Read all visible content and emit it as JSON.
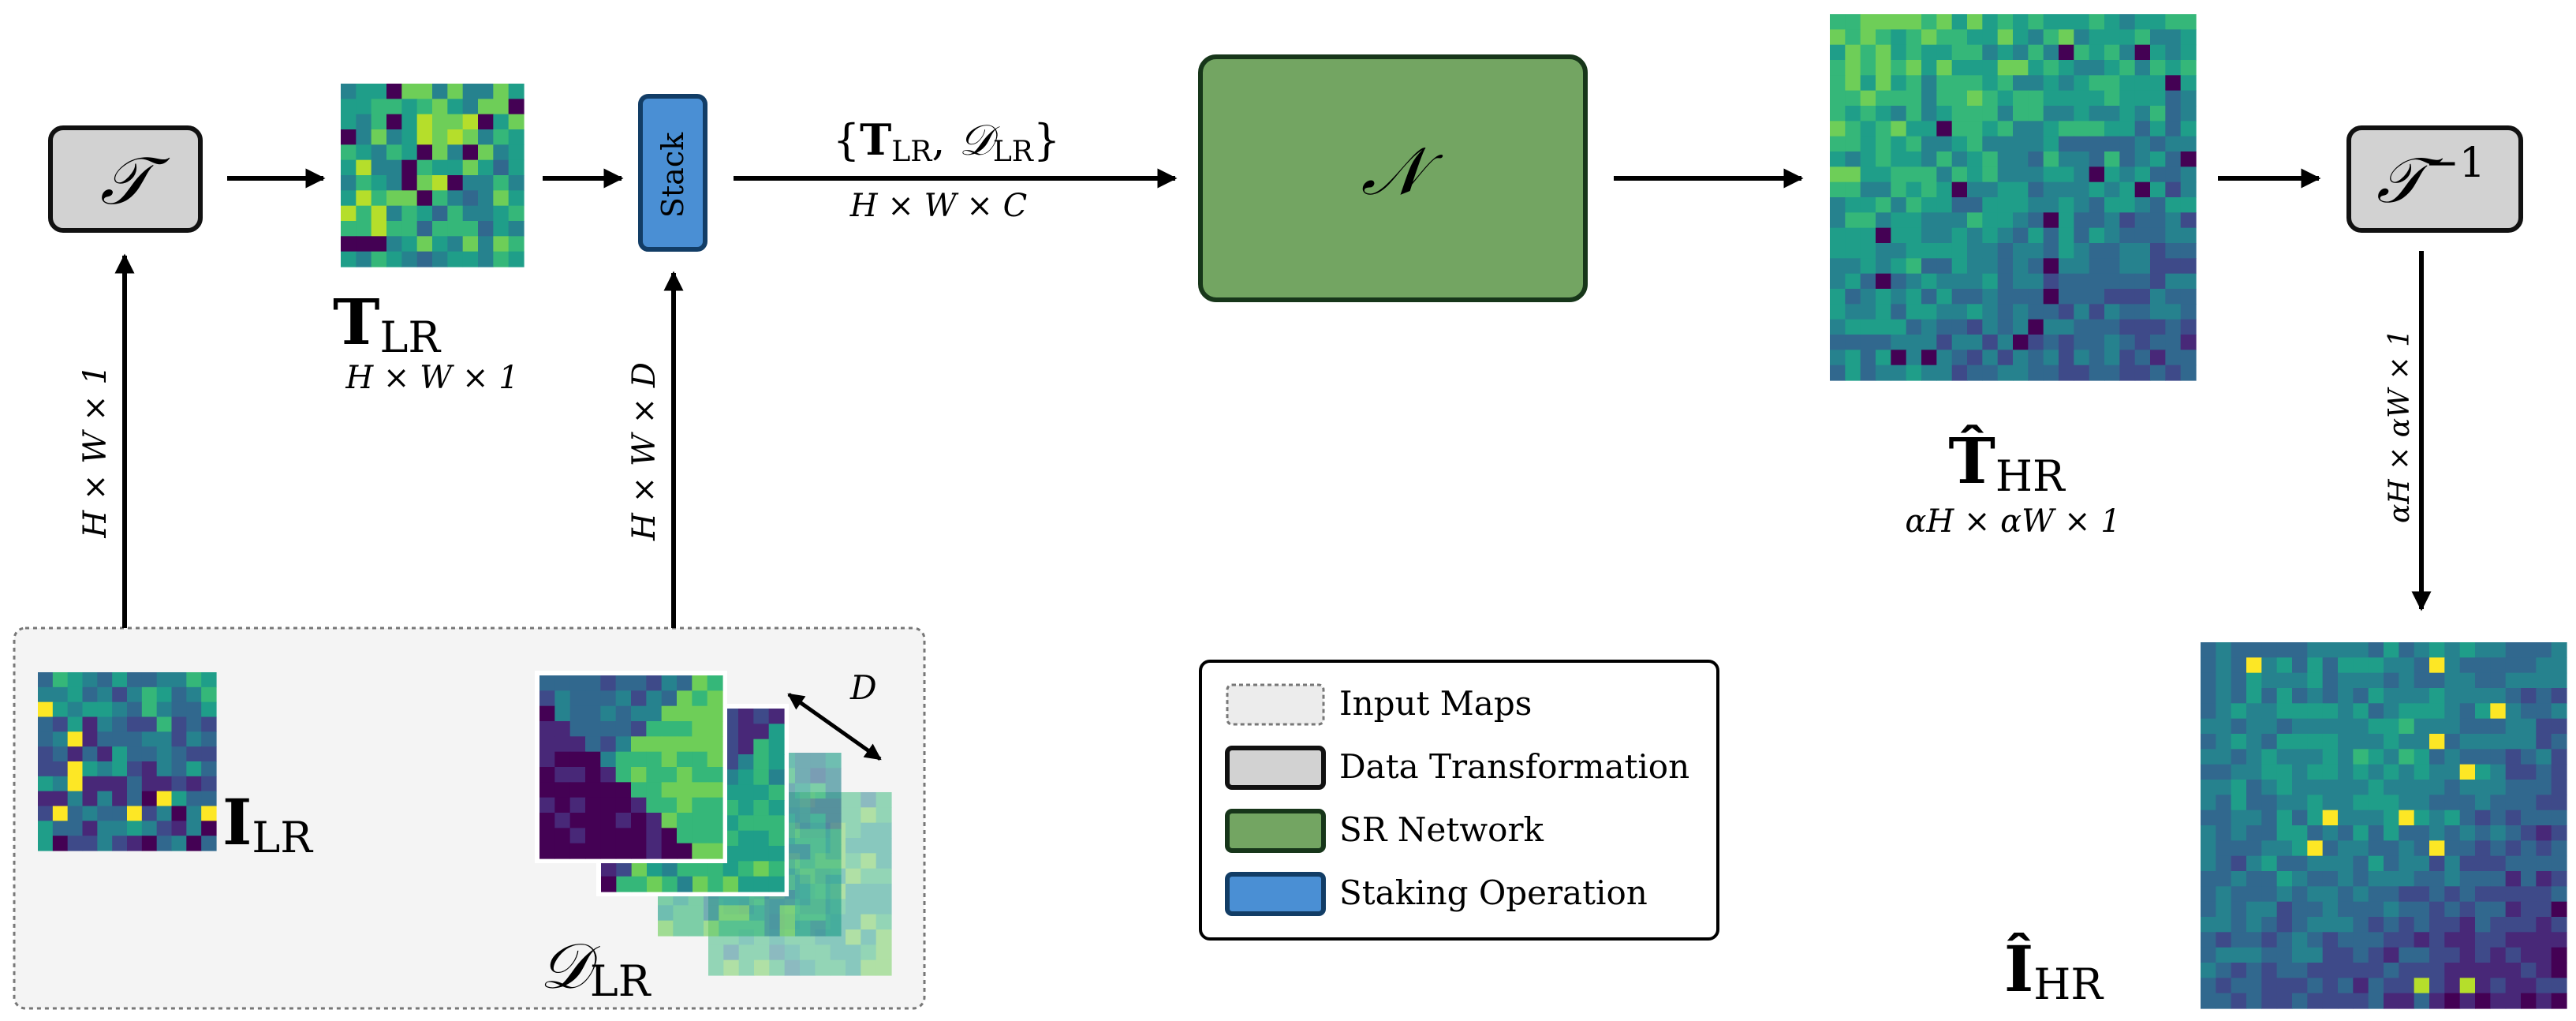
{
  "transform": {
    "symbol": "𝒯"
  },
  "inverse_transform": {
    "symbol": "𝒯",
    "exponent": "−1"
  },
  "network": {
    "symbol": "𝒩"
  },
  "stack": {
    "label": "Stack"
  },
  "t_lr": {
    "main": "T",
    "sub": "LR",
    "dims": "H × W × 1"
  },
  "t_hr": {
    "main": "T̂",
    "sub": "HR",
    "dims": "αH × αW × 1"
  },
  "i_lr": {
    "main": "I",
    "sub": "LR"
  },
  "i_hr": {
    "main": "Î",
    "sub": "HR"
  },
  "d_lr": {
    "main": "𝒟",
    "sub": "LR",
    "depth": "D"
  },
  "stack_out": {
    "set_open": "{",
    "t": "T",
    "t_sub": "LR",
    "comma": ", ",
    "d": "𝒟",
    "d_sub": "LR",
    "set_close": "}",
    "dims": "H × W × C"
  },
  "arrow_dims": {
    "ilr_up": "H × W × 1",
    "dlr_up": "H × W × D",
    "inv_down": "αH × αW × 1"
  },
  "legend": {
    "items": [
      {
        "label": "Input Maps",
        "fill": "#ececec",
        "stroke": "#777777",
        "dashed": true
      },
      {
        "label": "Data Transformation",
        "fill": "#d2d2d2",
        "stroke": "#111111",
        "dashed": false
      },
      {
        "label": "SR Network",
        "fill": "#73a562",
        "stroke": "#17361a",
        "dashed": false
      },
      {
        "label": "Staking Operation",
        "fill": "#4a8fd4",
        "stroke": "#123d66",
        "dashed": false
      }
    ]
  },
  "colors": {
    "viridis": [
      "#440154",
      "#482878",
      "#3e4a89",
      "#31688e",
      "#26828e",
      "#1f9e89",
      "#35b779",
      "#6ece58",
      "#b5de2b",
      "#fde725"
    ],
    "network_fill": "#73a562",
    "network_stroke": "#17361a",
    "transform_fill": "#d2d2d2",
    "stack_fill": "#4a8fd4",
    "stack_stroke": "#123d66",
    "input_panel_fill": "#f4f4f4"
  }
}
